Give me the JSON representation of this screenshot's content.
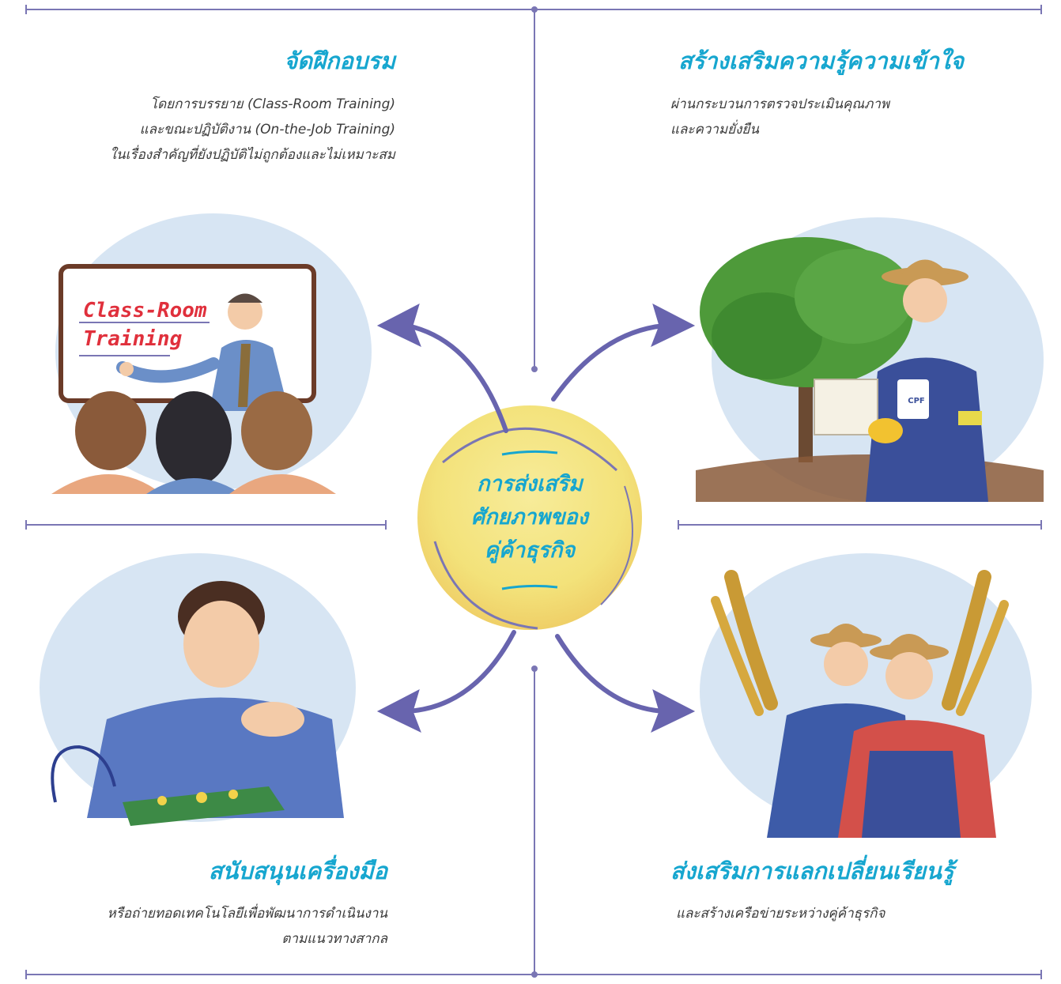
{
  "center": {
    "lines": [
      "การส่งเสริม",
      "ศักยภาพของ",
      "คู่ค้าธุรกิจ"
    ]
  },
  "quadrants": {
    "top_left": {
      "title": "จัดฝึกอบรม",
      "description": [
        "โดยการบรรยาย (Class-Room Training)",
        "และขณะปฏิบัติงาน (On-the-Job Training)",
        "ในเรื่องสำคัญที่ยังปฏิบัติไม่ถูกต้องและไม่เหมาะสม"
      ],
      "board_text": [
        "Class-Room",
        "Training"
      ]
    },
    "top_right": {
      "title": "สร้างเสริมความรู้ความเข้าใจ",
      "description": [
        "ผ่านกระบวนการตรวจประเมินคุณภาพ",
        "และความยั่งยืน"
      ],
      "badge_text": "CPF"
    },
    "bottom_left": {
      "title": "สนับสนุนเครื่องมือ",
      "description": [
        "หรือถ่ายทอดเทคโนโลยีเพื่อพัฒนาการดำเนินงาน",
        "ตามแนวทางสากล"
      ]
    },
    "bottom_right": {
      "title": "ส่งเสริมการแลกเปลี่ยนเรียนรู้",
      "description": [
        "และสร้างเครือข่ายระหว่างคู่ค้าธุรกิจ"
      ]
    }
  },
  "colors": {
    "accent_title": "#16a6cf",
    "frame_line": "#7a76b4",
    "arrow": "#6864ae",
    "center_fill": "#f3e27a",
    "watercolor_blue": "#c9dcef",
    "board_text": "#e0303c"
  },
  "icons": {
    "arrows": "double-curved-arrow",
    "center": "watercolor-circle"
  }
}
